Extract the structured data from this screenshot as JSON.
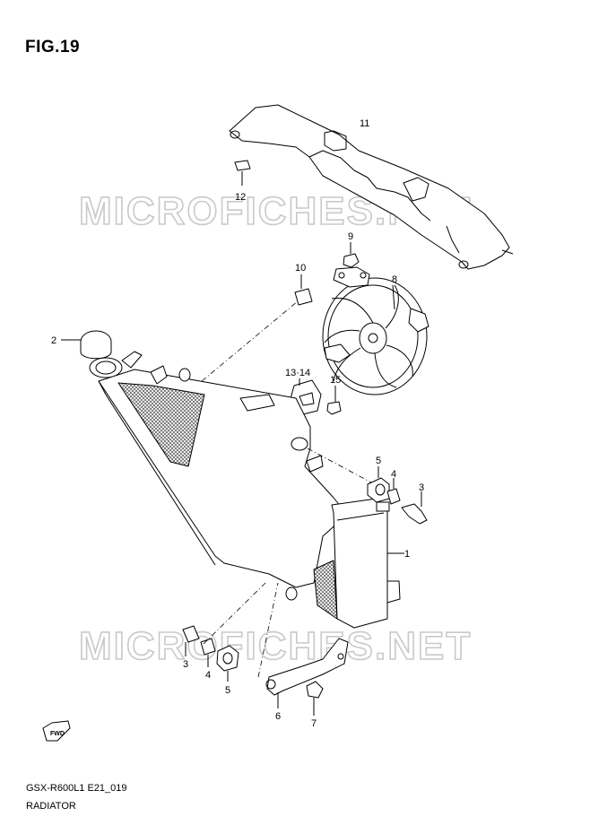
{
  "figure": {
    "title": "FIG.19",
    "code": "GSX-R600L1 E21_019",
    "name": "RADIATOR"
  },
  "watermark": {
    "text": "MICROFICHES.NET",
    "color": "#c9c9c9"
  },
  "direction_badge": "FWD",
  "callouts": {
    "p1": "1",
    "p2": "2",
    "p3a": "3",
    "p3b": "3",
    "p4a": "4",
    "p4b": "4",
    "p5a": "5",
    "p5b": "5",
    "p6": "6",
    "p7": "7",
    "p8": "8",
    "p9": "9",
    "p10": "10",
    "p11": "11",
    "p12": "12",
    "p1314": "13·14",
    "p15": "15"
  },
  "colors": {
    "line": "#000000",
    "core_mesh": "#555555"
  }
}
